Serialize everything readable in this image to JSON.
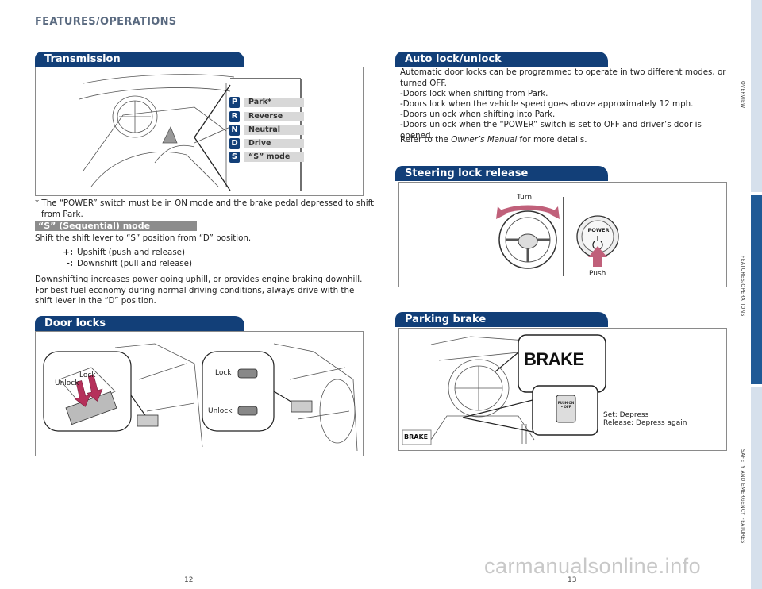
{
  "header": {
    "title": "FEATURES/OPERATIONS"
  },
  "transmission": {
    "title": "Transmission",
    "gears": [
      {
        "letter": "P",
        "label": "Park*"
      },
      {
        "letter": "R",
        "label": "Reverse"
      },
      {
        "letter": "N",
        "label": "Neutral"
      },
      {
        "letter": "D",
        "label": "Drive"
      },
      {
        "letter": "S",
        "label": "“S” mode"
      }
    ],
    "footnote": "* The “POWER” switch must be in ON mode and the brake pedal depressed to shift from Park.",
    "s_mode": {
      "title": "“S” (Sequential) mode",
      "intro": "Shift the shift lever to “S” position from “D” position.",
      "plus_sign": "+:",
      "plus_text": "Upshift (push and release)",
      "minus_sign": "-:",
      "minus_text": "Downshift (pull and release)",
      "body": "Downshifting increases power going uphill, or provides engine braking downhill. For best fuel economy during normal driving conditions, always drive with the shift lever in the “D” position."
    }
  },
  "door_locks": {
    "title": "Door locks",
    "left_lock": "Lock",
    "left_unlock": "Unlock",
    "right_lock": "Lock",
    "right_unlock": "Unlock"
  },
  "auto_lock": {
    "title": "Auto lock/unlock",
    "intro": "Automatic door locks can be programmed to operate in two different modes, or turned OFF.",
    "items": [
      "-Doors lock when shifting from Park.",
      "-Doors lock when the vehicle speed goes above approximately 12 mph.",
      "-Doors unlock when shifting into Park.",
      "-Doors unlock when the “POWER” switch is set to OFF and driver’s door is opened."
    ],
    "refer_prefix": "Refer to the ",
    "refer_manual": "Owner’s Manual",
    "refer_suffix": " for more details."
  },
  "steering_lock": {
    "title": "Steering lock release",
    "turn": "Turn",
    "push": "Push",
    "power_button": "POWER"
  },
  "parking_brake": {
    "title": "Parking brake",
    "brake_label": "BRAKE",
    "brake_small": "BRAKE",
    "switch_text": "PUSH ON • OFF",
    "set": "Set: Depress",
    "release": "Release: Depress again"
  },
  "side_tabs": [
    {
      "label": "OVERVIEW"
    },
    {
      "label": "FEATURES/OPERATIONS"
    },
    {
      "label": "SAFETY AND EMERGENCY FEATURES"
    }
  ],
  "page_numbers": {
    "left": "12",
    "right": "13"
  },
  "watermark": "carmanualsonline.info",
  "colors": {
    "section_blue": "#123f78",
    "tab_blue": "#1f5a96",
    "tab_light": "#d6e0ec",
    "subhead_gray": "#8c8c8c"
  }
}
